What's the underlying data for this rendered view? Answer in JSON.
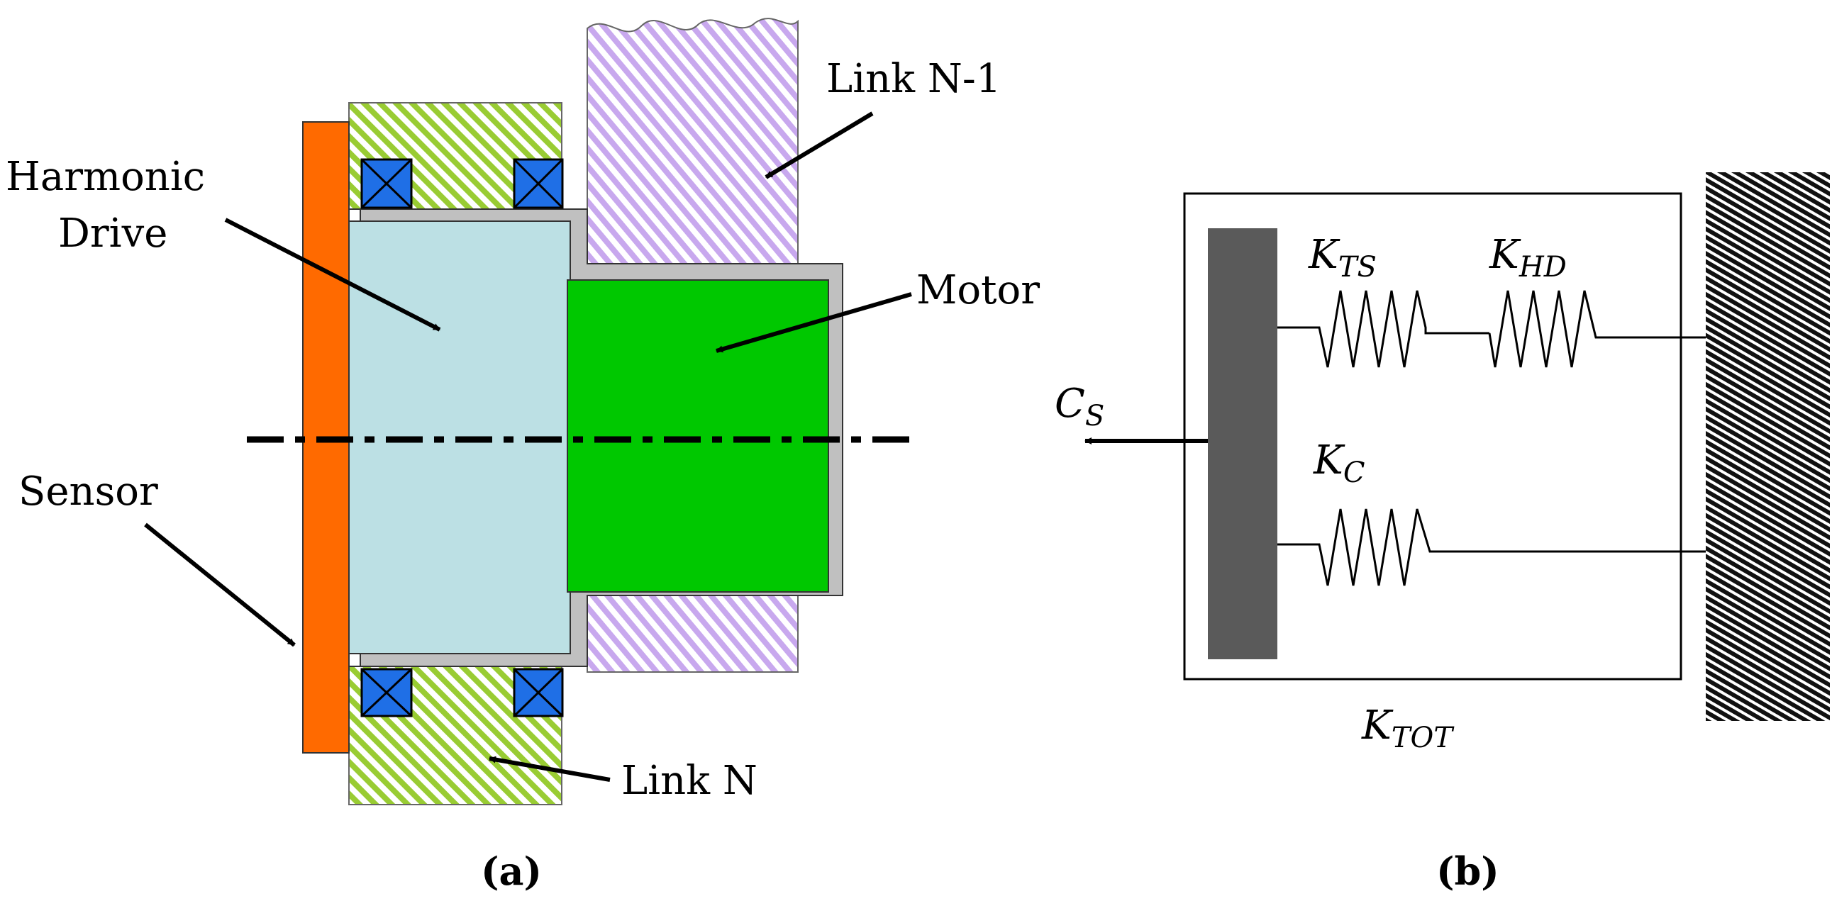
{
  "panel_a": {
    "labels": {
      "harmonic_drive_line1": "Harmonic",
      "harmonic_drive_line2": "Drive",
      "link_n_minus_1": "Link N-1",
      "motor": "Motor",
      "sensor": "Sensor",
      "link_n": "Link N"
    },
    "caption": "(a)"
  },
  "panel_b": {
    "labels": {
      "k_ts_base": "K",
      "k_ts_sub": "TS",
      "k_hd_base": "K",
      "k_hd_sub": "HD",
      "c_s_base": "C",
      "c_s_sub": "S",
      "k_c_base": "K",
      "k_c_sub": "C",
      "k_tot_base": "K",
      "k_tot_sub": "TOT"
    },
    "caption": "(b)"
  },
  "colors": {
    "sensor": "#ff6a00",
    "harmonic_drive": "#bce0e4",
    "motor": "#00c800",
    "housing": "#c0c0c0",
    "link_n": "#99cc33",
    "link_n_minus_1": "#c8a8ee",
    "bearing": "#1f6fe6",
    "mass": "#5a5a5a",
    "wall": "#111111"
  }
}
